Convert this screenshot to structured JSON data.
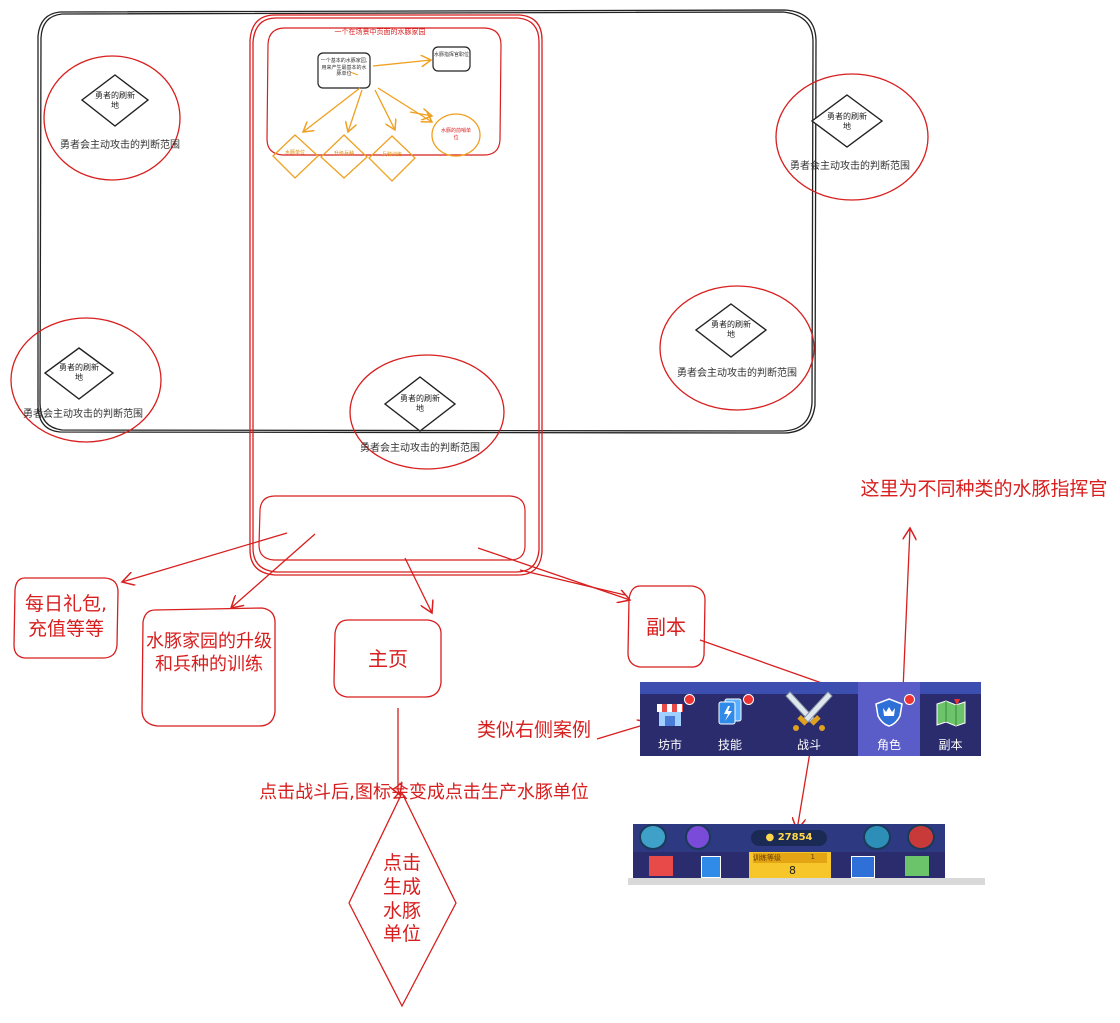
{
  "flow_top": {
    "title": "一个在场景中页面的水豚家园",
    "center_box": "一个基本的水豚家园,用来产生最基本的水豚单位",
    "right_box": "水豚指挥官职位",
    "branch_labels": [
      "水豚单位",
      "升级兵种",
      "兵种训练"
    ],
    "circle_label": "水豚的前哨单位"
  },
  "spawn": {
    "diamond_text": "勇者的刷新地",
    "range_text": "勇者会主动攻击的判断范围"
  },
  "annotations": {
    "daily": "每日礼包,充值等等",
    "home": "水豚家园的升级和兵种的训练",
    "main": "主页",
    "dungeon": "副本",
    "commander": "这里为不同种类的水豚指挥官",
    "similar": "类似右侧案例",
    "tap_battle": "点击战斗后,图标会变成点击生产水豚单位",
    "produce": "点击生成水豚单位"
  },
  "game_bar": {
    "tabs": [
      {
        "label": "坊市",
        "icon": "shop-icon"
      },
      {
        "label": "技能",
        "icon": "skill-cards-icon"
      },
      {
        "label": "战斗",
        "icon": "crossed-swords-icon"
      },
      {
        "label": "角色",
        "icon": "shield-icon"
      },
      {
        "label": "副本",
        "icon": "map-icon"
      }
    ]
  },
  "game_bar2": {
    "coins": "27854",
    "level_label": "训练等级",
    "level_value": "1",
    "count": "8"
  },
  "colors": {
    "red": "#d81e1e",
    "orange": "#f0a020",
    "ink": "#222222",
    "bar_bg": "#2a2c6e",
    "bar_active": "#5a5cc8"
  }
}
